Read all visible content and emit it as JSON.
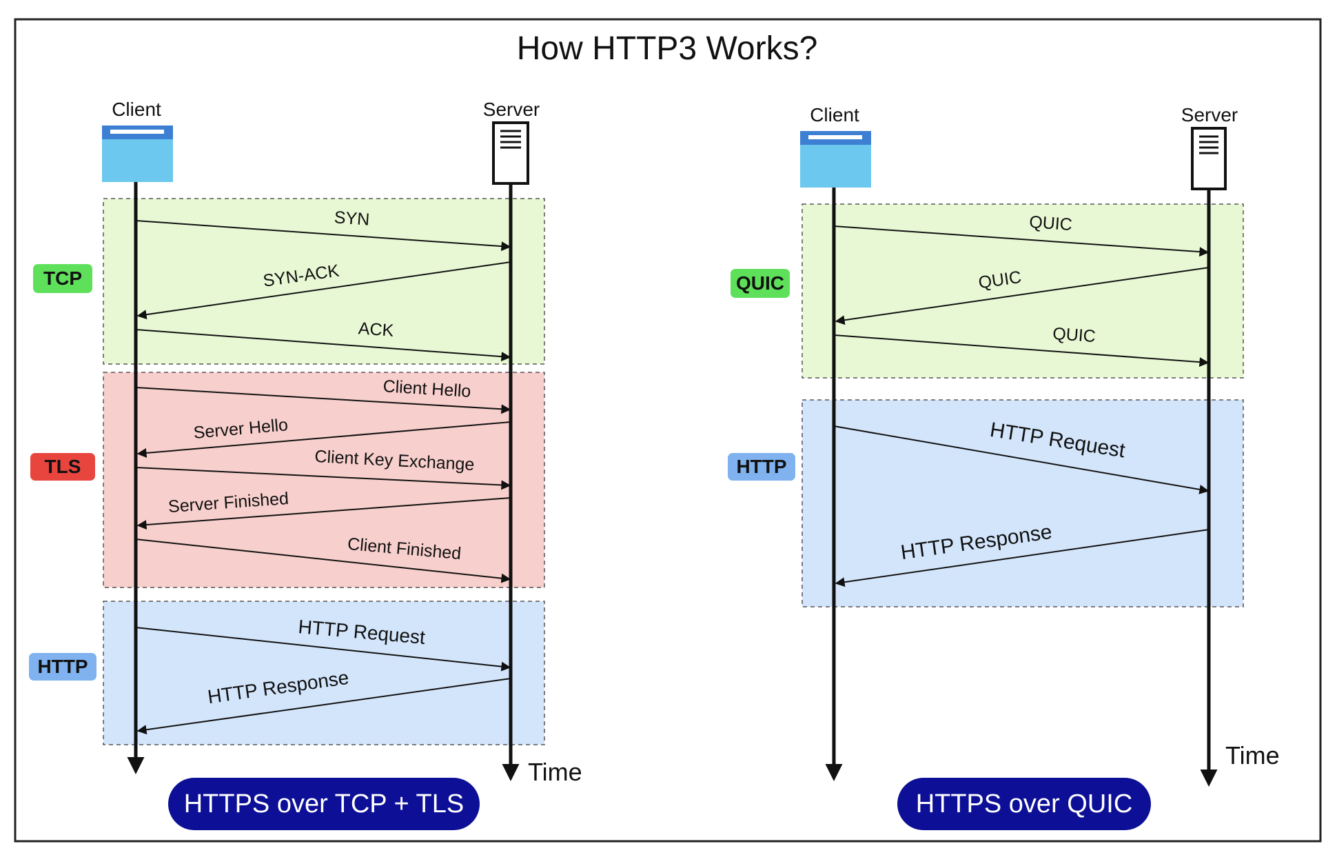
{
  "title": "How HTTP3 Works?",
  "colors": {
    "tcp_bg": "#e8f8d4",
    "tls_bg": "#f7cfcc",
    "http_bg": "#d3e5fb",
    "tcp_badge": "#5fe05a",
    "quic_badge": "#5fe05a",
    "tls_badge": "#e8453f",
    "http_badge": "#7fb2ee",
    "footer_bg": "#0d1096",
    "client_icon_top": "#3c7fd3",
    "client_icon_body": "#6cc8ee"
  },
  "left": {
    "client_label": "Client",
    "server_label": "Server",
    "time_label": "Time",
    "footer": "HTTPS over TCP + TLS",
    "phases": [
      {
        "badge": "TCP",
        "messages": [
          "SYN",
          "SYN-ACK",
          "ACK"
        ]
      },
      {
        "badge": "TLS",
        "messages": [
          "Client Hello",
          "Server Hello",
          "Client Key Exchange",
          "Server Finished",
          "Client Finished"
        ]
      },
      {
        "badge": "HTTP",
        "messages": [
          "HTTP Request",
          "HTTP Response"
        ]
      }
    ]
  },
  "right": {
    "client_label": "Client",
    "server_label": "Server",
    "time_label": "Time",
    "footer": "HTTPS over QUIC",
    "phases": [
      {
        "badge": "QUIC",
        "messages": [
          "QUIC",
          "QUIC",
          "QUIC"
        ]
      },
      {
        "badge": "HTTP",
        "messages": [
          "HTTP Request",
          "HTTP Response"
        ]
      }
    ]
  }
}
